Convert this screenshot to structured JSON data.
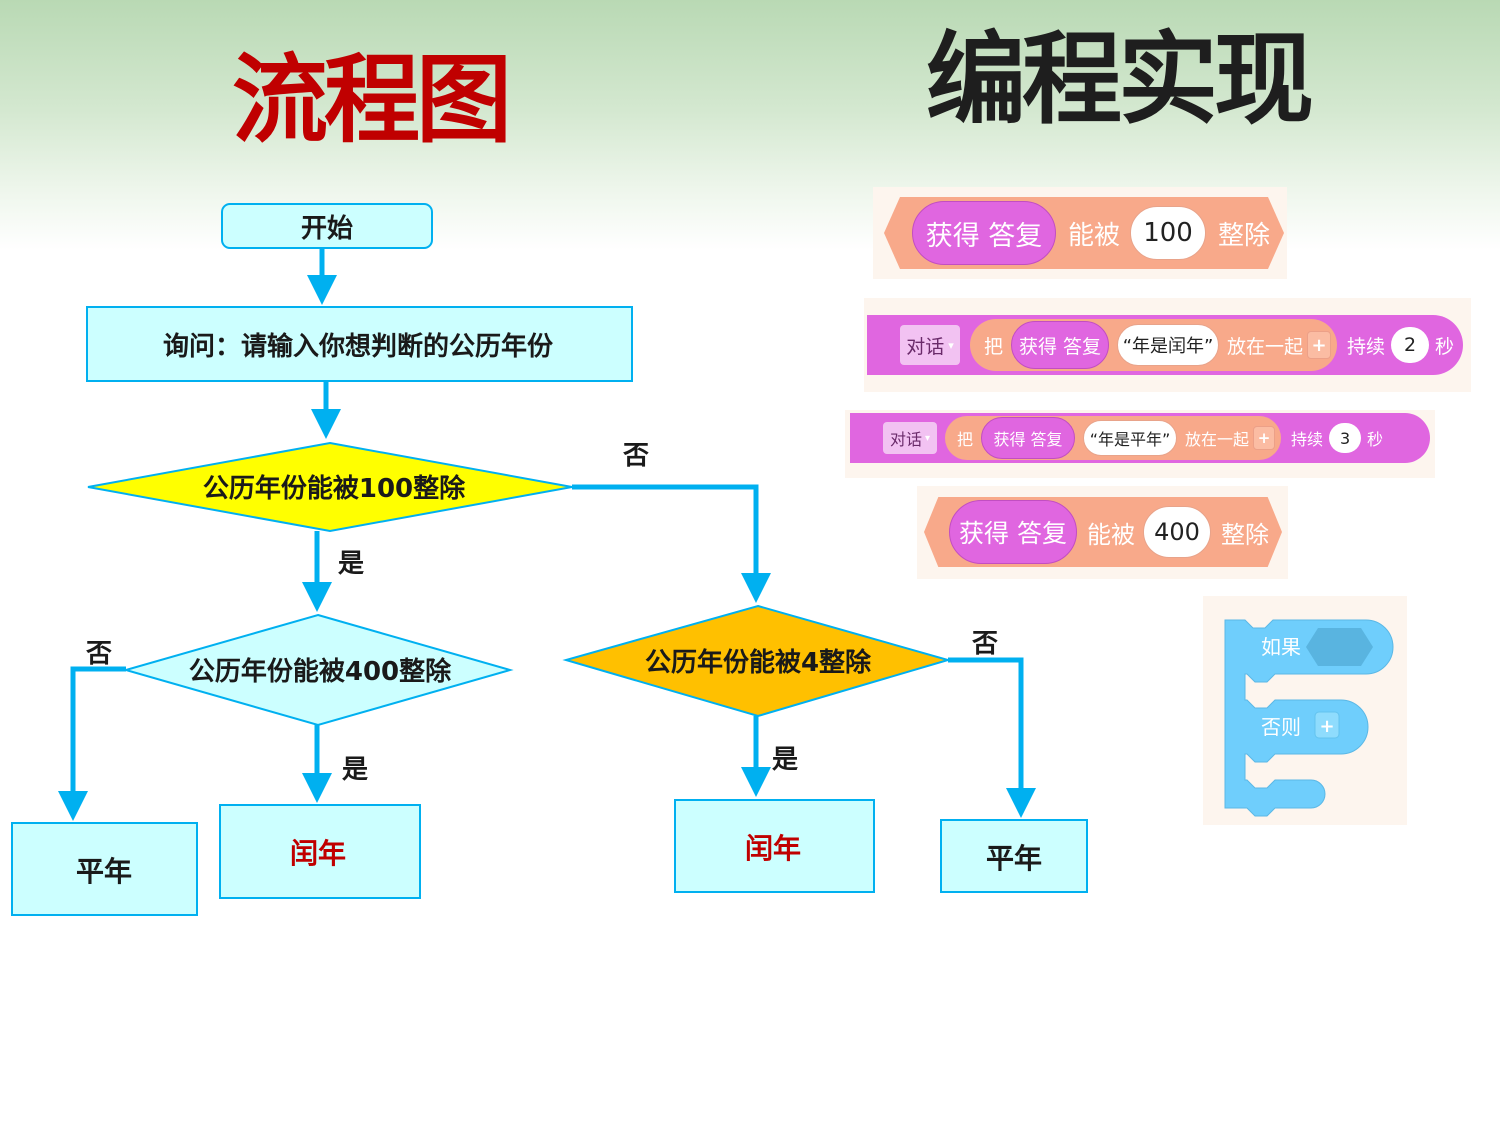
{
  "titles": {
    "flowchart": "流程图",
    "programming": "编程实现"
  },
  "flowchart": {
    "start": "开始",
    "ask": "询问：请输入你想判断的公历年份",
    "decision_100": "公历年份能被100整除",
    "decision_400": "公历年份能被400整除",
    "decision_4": "公历年份能被4整除",
    "yes": "是",
    "no": "否",
    "leap_year": "闰年",
    "common_year": "平年"
  },
  "colors": {
    "arrow": "#00b0f0",
    "box_fill": "#ccffff",
    "decision_100_fill": "#ffff00",
    "decision_400_fill": "#ccffff",
    "decision_4_fill": "#ffc000",
    "leap_text": "#c00000",
    "block_operator": "#f8a98a",
    "block_sensing": "#e066e0",
    "block_control": "#6fcefc"
  },
  "blocks": {
    "mod100": {
      "reporter": "获得 答复",
      "label1": "能被",
      "value": "100",
      "label2": "整除"
    },
    "say_leap": {
      "dropdown": "对话",
      "join_prefix": "把",
      "reporter": "获得 答复",
      "string": "“年是闰年”",
      "join_suffix": "放在一起",
      "plus": "+",
      "duration_label": "持续",
      "seconds": "2",
      "unit": "秒"
    },
    "say_common": {
      "dropdown": "对话",
      "join_prefix": "把",
      "reporter": "获得 答复",
      "string": "“年是平年”",
      "join_suffix": "放在一起",
      "plus": "+",
      "duration_label": "持续",
      "seconds": "3",
      "unit": "秒"
    },
    "mod400": {
      "reporter": "获得 答复",
      "label1": "能被",
      "value": "400",
      "label2": "整除"
    },
    "if_else": {
      "if_label": "如果",
      "else_label": "否则",
      "plus": "+"
    }
  }
}
